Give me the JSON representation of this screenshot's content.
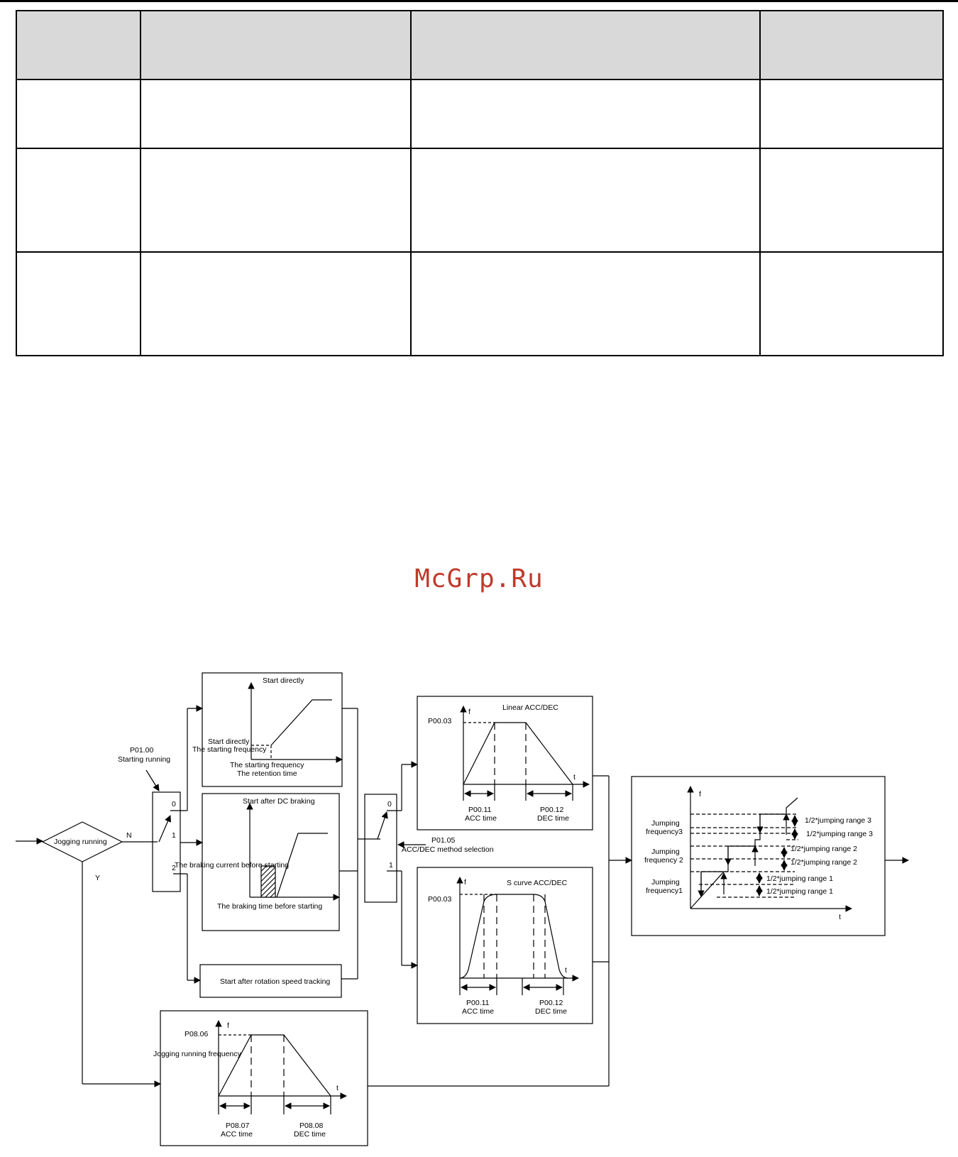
{
  "watermark": "McGrp.Ru",
  "diagram": {
    "decision": {
      "label": "Jogging running",
      "no": "N",
      "yes": "Y"
    },
    "start_selector": {
      "code": "P01.00",
      "name": "Starting running",
      "opt0": "0",
      "opt1": "1",
      "opt2": "2"
    },
    "start_direct": {
      "title": "Start directly",
      "lbl_start": "Start directly",
      "lbl_freq": "The starting frequency",
      "lbl_sf": "The starting frequency",
      "lbl_rt": "The retention time"
    },
    "start_dc": {
      "title": "Start after DC braking",
      "lbl_current": "The braking current before starting",
      "lbl_time": "The braking time before starting"
    },
    "start_tracking": {
      "title": "Start after rotation speed tracking"
    },
    "accdec_selector": {
      "code": "P01.05",
      "name": "ACC/DEC method selection",
      "opt0": "0",
      "opt1": "1"
    },
    "linear": {
      "title": "Linear ACC/DEC",
      "f": "f",
      "t": "t",
      "max": "P00.03",
      "acc_code": "P00.11",
      "acc": "ACC time",
      "dec_code": "P00.12",
      "dec": "DEC time"
    },
    "scurve": {
      "title": "S curve ACC/DEC",
      "f": "f",
      "t": "t",
      "max": "P00.03",
      "acc_code": "P00.11",
      "acc": "ACC time",
      "dec_code": "P00.12",
      "dec": "DEC time"
    },
    "jog": {
      "f": "f",
      "t": "t",
      "max": "P08.06",
      "freq": "Jogging running frequency",
      "acc_code": "P08.07",
      "acc": "ACC time",
      "dec_code": "P08.08",
      "dec": "DEC time"
    },
    "jump": {
      "f": "f",
      "t": "t",
      "j3a": "Jumping",
      "j3b": "frequency3",
      "j2a": "Jumping",
      "j2b": "frequency 2",
      "j1a": "Jumping",
      "j1b": "frequency1",
      "r3a": "1/2*jumping range 3",
      "r3b": "1/2*jumping range 3",
      "r2a": "1/2*jumping range 2",
      "r2b": "1/2*jumping range 2",
      "r1a": "1/2*jumping range 1",
      "r1b": "1/2*jumping range 1"
    }
  }
}
